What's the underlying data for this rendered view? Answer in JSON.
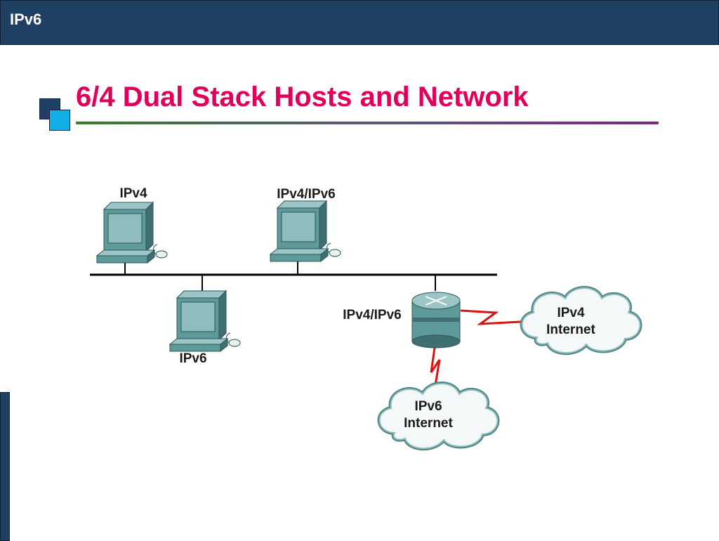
{
  "header": {
    "label": "IPv6"
  },
  "slide": {
    "title": "6/4 Dual Stack Hosts and Network"
  },
  "diagram": {
    "hosts": [
      {
        "id": "ipv4-host",
        "label": "IPv4"
      },
      {
        "id": "dual-host",
        "label": "IPv4/IPv6"
      },
      {
        "id": "ipv6-host",
        "label": "IPv6"
      }
    ],
    "router": {
      "label": "IPv4/IPv6"
    },
    "clouds": [
      {
        "id": "ipv4-internet",
        "line1": "IPv4",
        "line2": "Internet"
      },
      {
        "id": "ipv6-internet",
        "line1": "IPv6",
        "line2": "Internet"
      }
    ],
    "colors": {
      "device": "#5f9a9a",
      "device_dark": "#3f6f70",
      "wan_link": "#e01010",
      "lan": "#000000"
    }
  }
}
